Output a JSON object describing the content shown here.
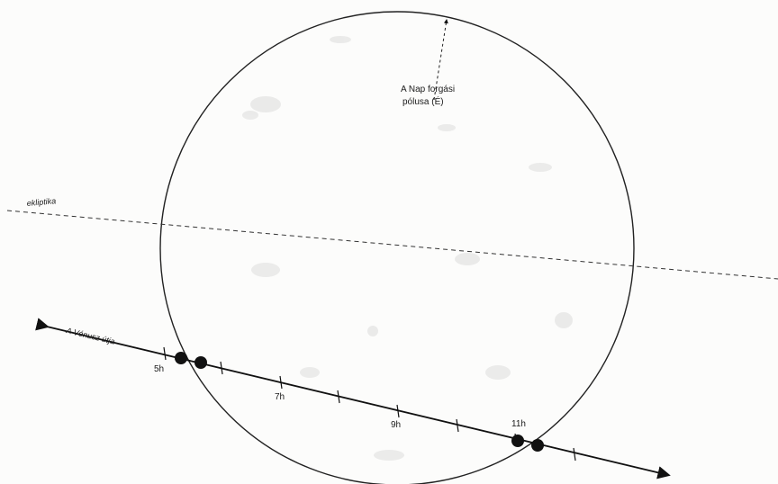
{
  "diagram": {
    "pole_label_line1": "A Nap forgási",
    "pole_label_line2": "pólusa (É)",
    "ecliptic_label": "ekliptika",
    "venus_path_label": "A Vénusz útja",
    "time_labels": [
      "5h",
      "7h",
      "9h",
      "11h"
    ]
  }
}
